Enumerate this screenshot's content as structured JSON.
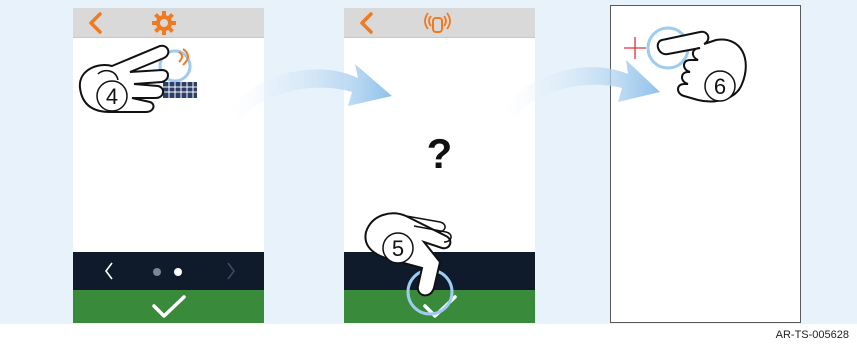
{
  "steps": [
    {
      "number": "4"
    },
    {
      "number": "5"
    },
    {
      "number": "6"
    }
  ],
  "screen2": {
    "question": "?"
  },
  "reference_code": "AR-TS-005628",
  "colors": {
    "accent_orange": "#f07a1f",
    "nav_dark": "#0f1a2b",
    "ok_green": "#3a8a3c",
    "arrow_blue": "#8fc1ea",
    "background_tint": "#e8f2fb",
    "target_red": "#e0303a"
  },
  "icons": [
    "back-arrow-icon",
    "gear-icon",
    "tap-target-icon",
    "question-mark",
    "check-icon",
    "touch-hand-icon",
    "calibration-cross-icon"
  ]
}
